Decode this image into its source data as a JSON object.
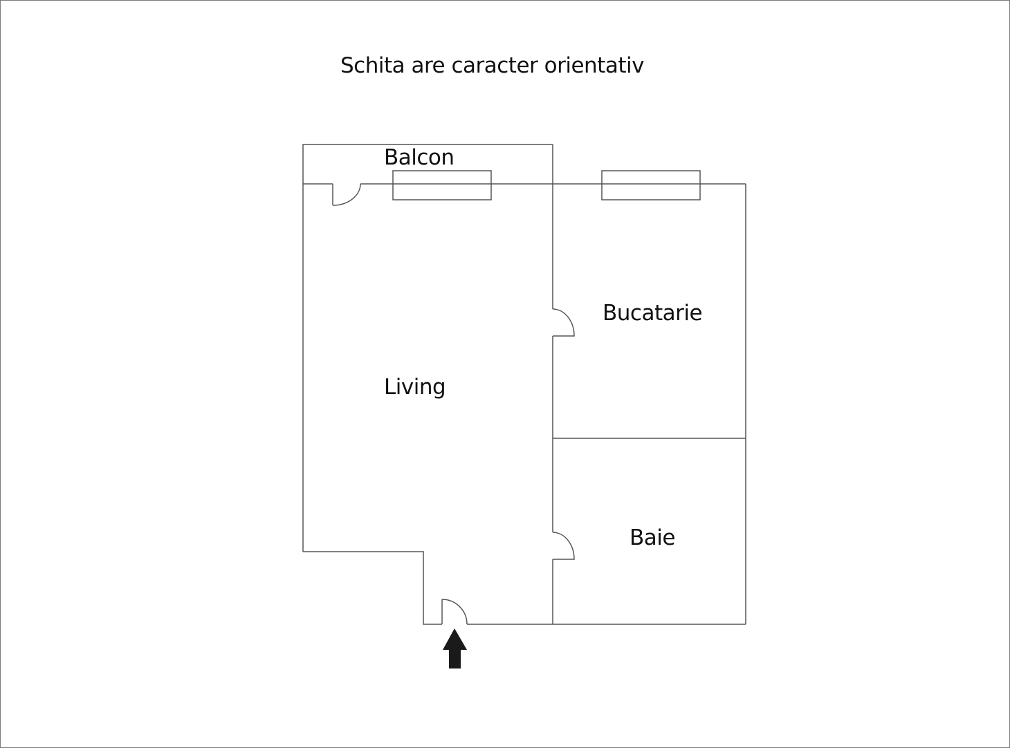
{
  "title": "Schita are caracter orientativ",
  "rooms": {
    "balcon": "Balcon",
    "living": "Living",
    "bucatarie": "Bucatarie",
    "baie": "Baie"
  },
  "colors": {
    "wall": "#555555",
    "text": "#111111",
    "arrow": "#1a1a1a",
    "background": "#ffffff"
  }
}
